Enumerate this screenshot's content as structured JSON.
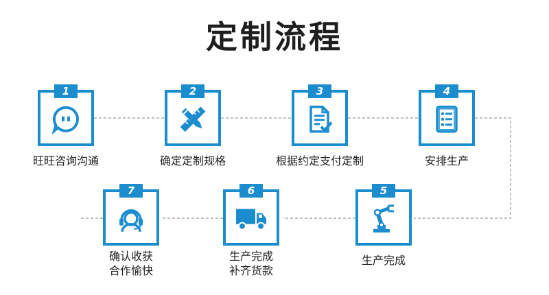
{
  "title": "定制流程",
  "accent_color": "#1b8dcf",
  "steps": [
    {
      "number": "1",
      "label": [
        "旺旺咨询沟通"
      ],
      "icon": "chat-bubble-icon"
    },
    {
      "number": "2",
      "label": [
        "确定定制规格"
      ],
      "icon": "pencil-ruler-icon"
    },
    {
      "number": "3",
      "label": [
        "根据约定支付定制"
      ],
      "icon": "document-check-icon"
    },
    {
      "number": "4",
      "label": [
        "安排生产"
      ],
      "icon": "checklist-icon"
    },
    {
      "number": "5",
      "label": [
        "生产完成"
      ],
      "icon": "robot-arm-icon"
    },
    {
      "number": "6",
      "label": [
        "生产完成",
        "补齐货款"
      ],
      "icon": "delivery-truck-icon"
    },
    {
      "number": "7",
      "label": [
        "确认收获",
        "合作愉快"
      ],
      "icon": "customer-service-icon"
    }
  ]
}
